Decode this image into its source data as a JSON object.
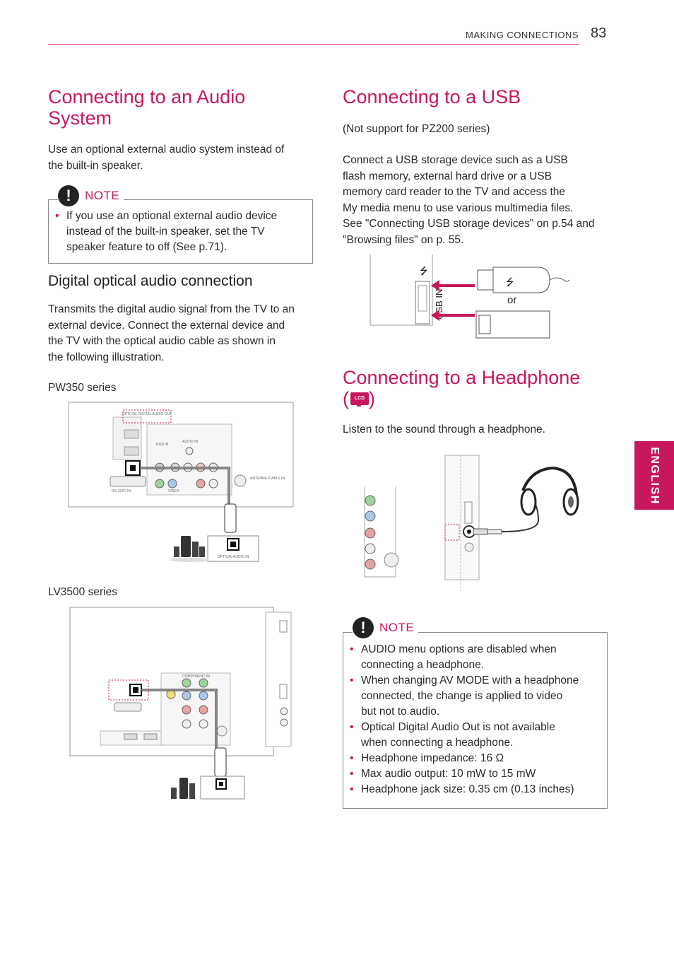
{
  "header": {
    "section": "MAKING CONNECTIONS",
    "page_number": "83"
  },
  "language_tab": "ENGLISH",
  "audio_system": {
    "title_line1": "Connecting to an Audio",
    "title_line2": "System",
    "intro_line1": "Use an optional external audio system instead of",
    "intro_line2": "the built-in speaker.",
    "note_label": "NOTE",
    "note_item": [
      "If you use an optional external audio device",
      "instead of  the built-in speaker, set the TV",
      "speaker feature to off (See p.71)."
    ]
  },
  "optical": {
    "heading": "Digital optical audio connection",
    "body": [
      "Transmits the digital audio signal from the TV to an",
      "external device. Connect the external device and",
      "the TV with the optical audio cable as shown in",
      "the following illustration."
    ],
    "series1": "PW350 series",
    "series2": "LV3500 series",
    "fig_labels": {
      "optical_out": "OPTICAL DIGITAL AUDIO OUT",
      "optical_in": "OPTICAL AUDIO IN",
      "antenna": "ANTENNA /CABLE IN",
      "rgb_in": "RGB IN",
      "audio_in": "AUDIO IN",
      "video": "VIDEO",
      "component_in": "COMPONENT IN",
      "rs232c": "RS-232C IN"
    }
  },
  "usb": {
    "title": "Connecting to a USB",
    "subtitle": "(Not support for PZ200 series)",
    "body": [
      "Connect a USB storage device such as a USB",
      "flash memory, external hard drive or a USB",
      "memory card reader to the TV and access the",
      "My media menu to use various multimedia files.",
      "See \"Connecting USB storage devices\" on p.54 and",
      "\"Browsing files\" on p. 55."
    ],
    "fig_port_label": "USB IN",
    "fig_or": "or"
  },
  "headphone": {
    "title_line1": "Connecting to a Headphone",
    "title_line2_open": "(",
    "title_line2_close": ")",
    "lcd_badge": "LCD",
    "intro": "Listen to the sound through a headphone.",
    "note_label": "NOTE",
    "notes": [
      [
        "AUDIO menu options are disabled when",
        "connecting a headphone."
      ],
      [
        "When changing AV MODE with a headphone",
        "connected, the change is applied to video",
        "but not to audio."
      ],
      [
        "Optical Digital Audio Out is not available",
        "when connecting a headphone."
      ],
      [
        "Headphone impedance: 16 Ω"
      ],
      [
        "Max audio output: 10 mW to 15 mW"
      ],
      [
        "Headphone jack size: 0.35 cm (0.13 inches)"
      ]
    ]
  },
  "colors": {
    "accent": "#c8175d",
    "text": "#2b2b2b"
  }
}
